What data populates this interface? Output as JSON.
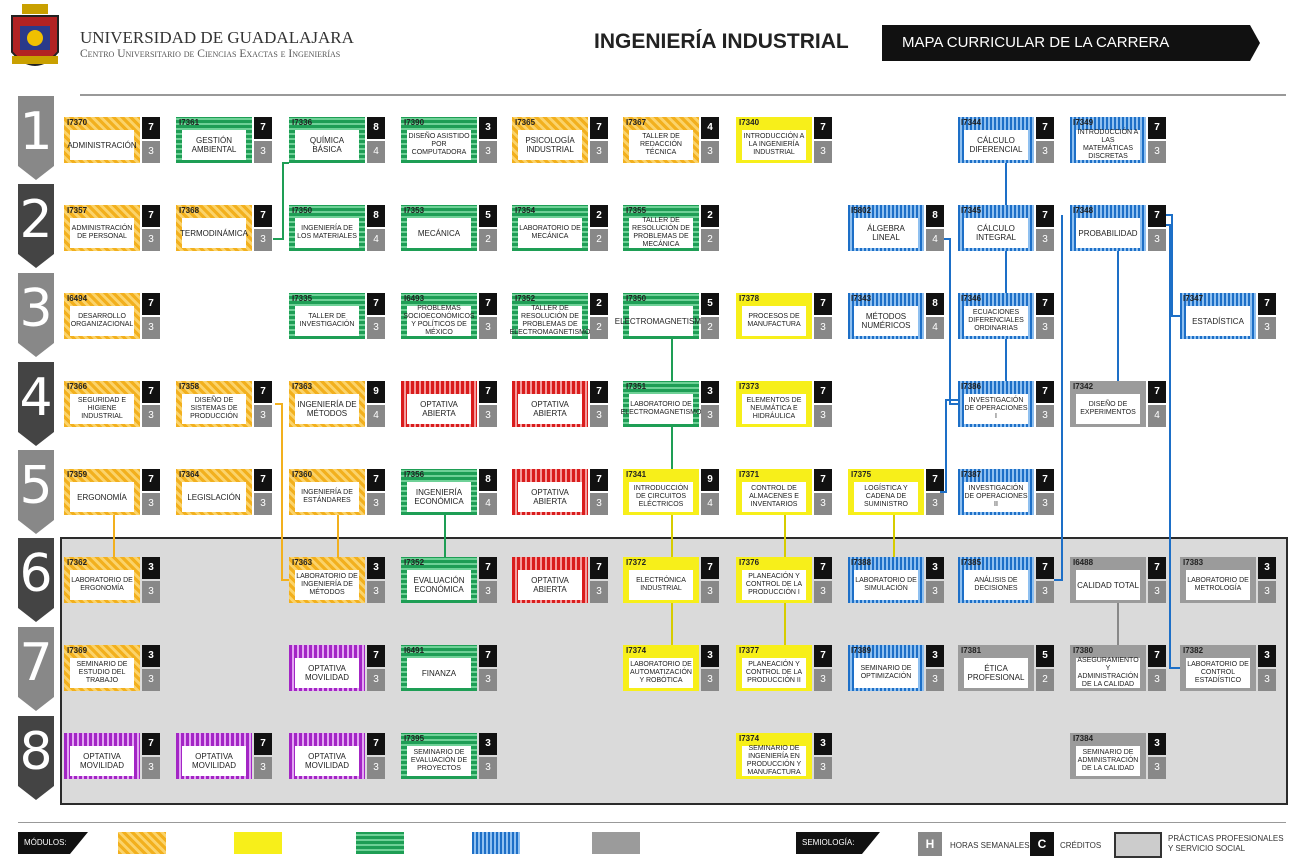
{
  "header": {
    "university": "UNIVERSIDAD DE GUADALAJARA",
    "center": "Centro Universitario de Ciencias Exactas e Ingenierías",
    "program": "INGENIERÍA INDUSTRIAL",
    "map_title": "MAPA CURRICULAR DE LA CARRERA"
  },
  "logo_icon": "university-shield-icon",
  "semesters": [
    "1",
    "2",
    "3",
    "4",
    "5",
    "6",
    "7",
    "8"
  ],
  "colors": {
    "orange": "#f2b01e",
    "yellow": "#f7ef1a",
    "green": "#1e9e55",
    "blue": "#1d6fc7",
    "gray": "#9b9b9b",
    "red": "#d91c1c",
    "purple": "#a325c5",
    "dark": "#111111"
  },
  "courses": [
    {
      "code": "I7370",
      "name": "ADMINISTRACIÓN",
      "h": "7",
      "c": "3",
      "color": "orange"
    },
    {
      "code": "I7361",
      "name": "GESTIÓN AMBIENTAL",
      "h": "7",
      "c": "3",
      "color": "green"
    },
    {
      "code": "I7336",
      "name": "QUÍMICA BÁSICA",
      "h": "8",
      "c": "4",
      "color": "green"
    },
    {
      "code": "I7390",
      "name": "DISEÑO ASISTIDO POR COMPUTADORA",
      "h": "3",
      "c": "3",
      "color": "green"
    },
    {
      "code": "I7365",
      "name": "PSICOLOGÍA INDUSTRIAL",
      "h": "7",
      "c": "3",
      "color": "orange"
    },
    {
      "code": "I7367",
      "name": "TALLER DE REDACCIÓN TÉCNICA",
      "h": "4",
      "c": "3",
      "color": "orange"
    },
    {
      "code": "I7340",
      "name": "INTRODUCCIÓN A LA INGENIERÍA INDUSTRIAL",
      "h": "7",
      "c": "3",
      "color": "yellow"
    },
    {
      "code": "I7344",
      "name": "CÁLCULO DIFERENCIAL",
      "h": "7",
      "c": "3",
      "color": "blue"
    },
    {
      "code": "I7349",
      "name": "INTRODUCCIÓN A LAS MATEMÁTICAS DISCRETAS",
      "h": "7",
      "c": "3",
      "color": "blue"
    },
    {
      "code": "I7357",
      "name": "ADMINISTRACIÓN DE PERSONAL",
      "h": "7",
      "c": "3",
      "color": "orange"
    },
    {
      "code": "I7368",
      "name": "TERMODINÁMICA",
      "h": "7",
      "c": "3",
      "color": "orange"
    },
    {
      "code": "I7350",
      "name": "INGENIERÍA DE LOS MATERIALES",
      "h": "8",
      "c": "4",
      "color": "green"
    },
    {
      "code": "I7353",
      "name": "MECÁNICA",
      "h": "5",
      "c": "2",
      "color": "green"
    },
    {
      "code": "I7354",
      "name": "LABORATORIO DE MECÁNICA",
      "h": "2",
      "c": "2",
      "color": "green"
    },
    {
      "code": "I7355",
      "name": "TALLER DE RESOLUCIÓN DE PROBLEMAS DE MECÁNICA",
      "h": "2",
      "c": "2",
      "color": "green"
    },
    {
      "code": "I5802",
      "name": "ÁLGEBRA LINEAL",
      "h": "8",
      "c": "4",
      "color": "blue"
    },
    {
      "code": "I7345",
      "name": "CÁLCULO INTEGRAL",
      "h": "7",
      "c": "3",
      "color": "blue"
    },
    {
      "code": "I7348",
      "name": "PROBABILIDAD",
      "h": "7",
      "c": "3",
      "color": "blue"
    },
    {
      "code": "I6494",
      "name": "DESARROLLO ORGANIZACIONAL",
      "h": "7",
      "c": "3",
      "color": "orange"
    },
    {
      "code": "I7335",
      "name": "TALLER DE INVESTIGACIÓN",
      "h": "7",
      "c": "3",
      "color": "green"
    },
    {
      "code": "I6493",
      "name": "PROBLEMAS SOCIOECONÓMICOS Y POLÍTICOS DE MÉXICO",
      "h": "7",
      "c": "3",
      "color": "green"
    },
    {
      "code": "I7352",
      "name": "TALLER DE RESOLUCIÓN DE PROBLEMAS DE ELECTROMAGNETISMO",
      "h": "2",
      "c": "2",
      "color": "green"
    },
    {
      "code": "I7350",
      "name": "ELECTROMAGNETISMO",
      "h": "5",
      "c": "2",
      "color": "green"
    },
    {
      "code": "I7378",
      "name": "PROCESOS DE MANUFACTURA",
      "h": "7",
      "c": "3",
      "color": "yellow"
    },
    {
      "code": "I7343",
      "name": "MÉTODOS NUMÉRICOS",
      "h": "8",
      "c": "4",
      "color": "blue"
    },
    {
      "code": "I7346",
      "name": "ECUACIONES DIFERENCIALES ORDINARIAS",
      "h": "7",
      "c": "3",
      "color": "blue"
    },
    {
      "code": "I7347",
      "name": "ESTADÍSTICA",
      "h": "7",
      "c": "3",
      "color": "blue"
    },
    {
      "code": "I7366",
      "name": "SEGURIDAD E HIGIENE INDUSTRIAL",
      "h": "7",
      "c": "3",
      "color": "orange"
    },
    {
      "code": "I7358",
      "name": "DISEÑO DE SISTEMAS DE PRODUCCIÓN",
      "h": "7",
      "c": "3",
      "color": "orange"
    },
    {
      "code": "I7363",
      "name": "INGENIERÍA DE MÉTODOS",
      "h": "9",
      "c": "4",
      "color": "orange"
    },
    {
      "code": "",
      "name": "OPTATIVA ABIERTA",
      "h": "7",
      "c": "3",
      "color": "red"
    },
    {
      "code": "",
      "name": "OPTATIVA ABIERTA",
      "h": "7",
      "c": "3",
      "color": "red"
    },
    {
      "code": "I7351",
      "name": "LABORATORIO DE ELECTROMAGNETISMO",
      "h": "3",
      "c": "3",
      "color": "green"
    },
    {
      "code": "I7373",
      "name": "ELEMENTOS DE NEUMÁTICA E HIDRÁULICA",
      "h": "7",
      "c": "3",
      "color": "yellow"
    },
    {
      "code": "I7386",
      "name": "INVESTIGACIÓN DE OPERACIONES I",
      "h": "7",
      "c": "3",
      "color": "blue"
    },
    {
      "code": "I7342",
      "name": "DISEÑO DE EXPERIMENTOS",
      "h": "7",
      "c": "4",
      "color": "gray"
    },
    {
      "code": "I7359",
      "name": "ERGONOMÍA",
      "h": "7",
      "c": "3",
      "color": "orange"
    },
    {
      "code": "I7364",
      "name": "LEGISLACIÓN",
      "h": "7",
      "c": "3",
      "color": "orange"
    },
    {
      "code": "I7360",
      "name": "INGENIERÍA DE ESTÁNDARES",
      "h": "7",
      "c": "3",
      "color": "orange"
    },
    {
      "code": "I7356",
      "name": "INGENIERÍA ECONÓMICA",
      "h": "8",
      "c": "4",
      "color": "green"
    },
    {
      "code": "",
      "name": "OPTATIVA ABIERTA",
      "h": "7",
      "c": "3",
      "color": "red"
    },
    {
      "code": "I7341",
      "name": "INTRODUCCIÓN DE CIRCUITOS ELÉCTRICOS",
      "h": "9",
      "c": "4",
      "color": "yellow"
    },
    {
      "code": "I7371",
      "name": "CONTROL DE ALMACENES E INVENTARIOS",
      "h": "7",
      "c": "3",
      "color": "yellow"
    },
    {
      "code": "I7375",
      "name": "LOGÍSTICA Y CADENA DE SUMINISTRO",
      "h": "7",
      "c": "3",
      "color": "yellow"
    },
    {
      "code": "I7387",
      "name": "INVESTIGACIÓN DE OPERACIONES II",
      "h": "7",
      "c": "3",
      "color": "blue"
    },
    {
      "code": "I7362",
      "name": "LABORATORIO DE ERGONOMÍA",
      "h": "3",
      "c": "3",
      "color": "orange"
    },
    {
      "code": "I7363",
      "name": "LABORATORIO DE INGENIERÍA DE MÉTODOS",
      "h": "3",
      "c": "3",
      "color": "orange"
    },
    {
      "code": "I7352",
      "name": "EVALUACIÓN ECONÓMICA",
      "h": "7",
      "c": "3",
      "color": "green"
    },
    {
      "code": "",
      "name": "OPTATIVA ABIERTA",
      "h": "7",
      "c": "3",
      "color": "red"
    },
    {
      "code": "I7372",
      "name": "ELECTRÓNICA INDUSTRIAL",
      "h": "7",
      "c": "3",
      "color": "yellow"
    },
    {
      "code": "I7376",
      "name": "PLANEACIÓN Y CONTROL DE LA PRODUCCIÓN I",
      "h": "7",
      "c": "3",
      "color": "yellow"
    },
    {
      "code": "I7388",
      "name": "LABORATORIO DE SIMULACIÓN",
      "h": "3",
      "c": "3",
      "color": "blue"
    },
    {
      "code": "I7385",
      "name": "ANÁLISIS DE DECISIONES",
      "h": "7",
      "c": "3",
      "color": "blue"
    },
    {
      "code": "I6488",
      "name": "CALIDAD TOTAL",
      "h": "7",
      "c": "3",
      "color": "gray"
    },
    {
      "code": "I7383",
      "name": "LABORATORIO DE METROLOGÍA",
      "h": "3",
      "c": "3",
      "color": "gray"
    },
    {
      "code": "I7369",
      "name": "SEMINARIO DE ESTUDIO DEL TRABAJO",
      "h": "3",
      "c": "3",
      "color": "orange"
    },
    {
      "code": "",
      "name": "OPTATIVA MOVILIDAD",
      "h": "7",
      "c": "3",
      "color": "purple"
    },
    {
      "code": "I6491",
      "name": "FINANZA",
      "h": "7",
      "c": "3",
      "color": "green"
    },
    {
      "code": "I7374",
      "name": "LABORATORIO DE AUTOMATIZACIÓN Y ROBÓTICA",
      "h": "3",
      "c": "3",
      "color": "yellow"
    },
    {
      "code": "I7377",
      "name": "PLANEACIÓN Y CONTROL DE LA PRODUCCIÓN II",
      "h": "7",
      "c": "3",
      "color": "yellow"
    },
    {
      "code": "I7389",
      "name": "SEMINARIO DE OPTIMIZACIÓN",
      "h": "3",
      "c": "3",
      "color": "blue"
    },
    {
      "code": "I7381",
      "name": "ÉTICA PROFESIONAL",
      "h": "5",
      "c": "2",
      "color": "gray"
    },
    {
      "code": "I7380",
      "name": "ASEGURAMIENTO Y ADMINISTRACIÓN DE LA CALIDAD",
      "h": "7",
      "c": "3",
      "color": "gray"
    },
    {
      "code": "I7382",
      "name": "LABORATORIO DE CONTROL ESTADÍSTICO",
      "h": "3",
      "c": "3",
      "color": "gray"
    },
    {
      "code": "",
      "name": "OPTATIVA MOVILIDAD",
      "h": "7",
      "c": "3",
      "color": "purple"
    },
    {
      "code": "",
      "name": "OPTATIVA MOVILIDAD",
      "h": "7",
      "c": "3",
      "color": "purple"
    },
    {
      "code": "",
      "name": "OPTATIVA MOVILIDAD",
      "h": "7",
      "c": "3",
      "color": "purple"
    },
    {
      "code": "I7395",
      "name": "SEMINARIO DE EVALUACIÓN DE PROYECTOS",
      "h": "3",
      "c": "3",
      "color": "green"
    },
    {
      "code": "I7374",
      "name": "SEMINARIO DE INGENIERÍA EN PRODUCCIÓN Y MANUFACTURA",
      "h": "3",
      "c": "3",
      "color": "yellow"
    },
    {
      "code": "I7384",
      "name": "SEMINARIO DE ADMINISTRACIÓN DE LA CALIDAD",
      "h": "3",
      "c": "3",
      "color": "gray"
    }
  ],
  "legend": {
    "modules_label": "MÓDULOS:",
    "modules": [
      "orange",
      "yellow",
      "green",
      "blue",
      "gray"
    ],
    "semiology_label": "SEMIOLOGÍA:",
    "h_letter": "H",
    "hours_label": "HORAS SEMANALES",
    "c_letter": "C",
    "credits_label": "CRÉDITOS",
    "practice_label": "PRÁCTICAS PROFESIONALES Y SERVICIO SOCIAL"
  }
}
